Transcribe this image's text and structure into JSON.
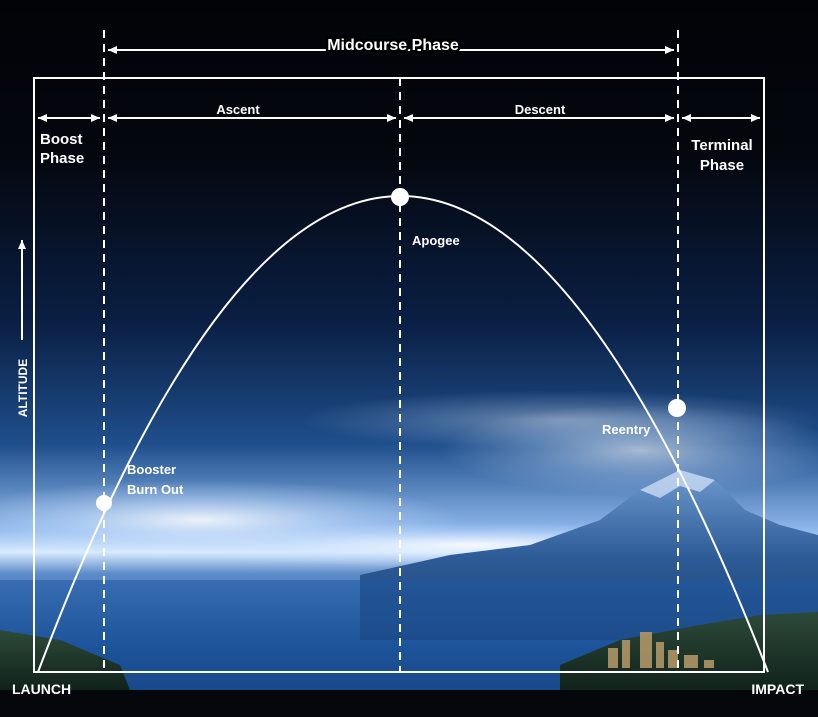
{
  "phases": {
    "midcourse": "Midcourse Phase",
    "ascent": "Ascent",
    "descent": "Descent",
    "boost_line1": "Boost",
    "boost_line2": "Phase",
    "terminal_line1": "Terminal",
    "terminal_line2": "Phase"
  },
  "points": {
    "apogee": "Apogee",
    "reentry": "Reentry",
    "booster_line1": "Booster",
    "booster_line2": "Burn Out"
  },
  "axis": {
    "altitude": "ALTITUDE",
    "launch": "LAUNCH",
    "impact": "IMPACT"
  },
  "colors": {
    "sky_top": "#03050c",
    "sky_mid": "#0d2a5a",
    "horizon_glow": "#cfe3ff",
    "water": "#1a4f96",
    "mountain": "#3f6fa8",
    "trajectory": "#ffffff"
  }
}
